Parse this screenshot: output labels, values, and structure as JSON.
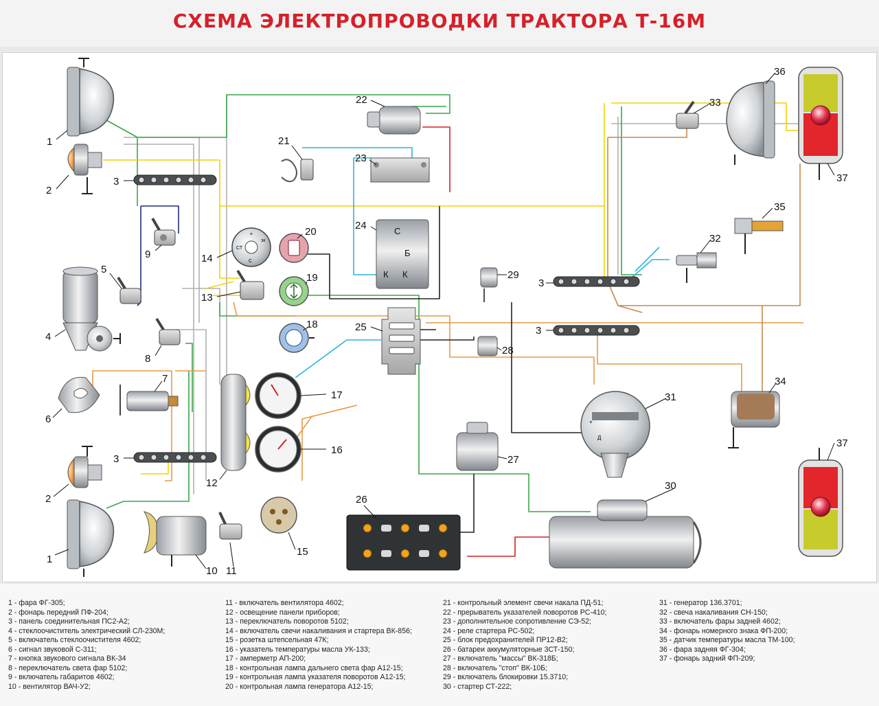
{
  "title": "СХЕМА ЭЛЕКТРОПРОВОДКИ ТРАКТОРА Т-16М",
  "component_numbers": {
    "c1a": "1",
    "c2a": "2",
    "c3a": "3",
    "c9": "9",
    "c14": "14",
    "c13": "13",
    "c5": "5",
    "c4": "4",
    "c8": "8",
    "c6": "6",
    "c7": "7",
    "c3b": "3",
    "c2b": "2",
    "c1b": "1",
    "c12": "12",
    "c10": "10",
    "c11": "11",
    "c15": "15",
    "c26": "26",
    "c17": "17",
    "c16": "16",
    "c18": "18",
    "c19": "19",
    "c20": "20",
    "c21": "21",
    "c22": "22",
    "c23": "23",
    "c24": "24",
    "c25": "25",
    "c27": "27",
    "c28": "28",
    "c29": "29",
    "c3c": "3",
    "c3d": "3",
    "c30": "30",
    "c31": "31",
    "c32": "32",
    "c33": "33",
    "c34": "34",
    "c35": "35",
    "c36": "36",
    "c37a": "37",
    "c37b": "37"
  },
  "relay_terminals": {
    "s": "С",
    "b": "Б",
    "k1": "К",
    "k2": "К"
  },
  "switch_terminals": {
    "plus": "+",
    "zk": "зк",
    "st": "СТ",
    "s": "С"
  },
  "alternator_terminals": {
    "plus": "+",
    "d": "Д"
  },
  "legend": {
    "col1": [
      "1 - фара ФГ-305;",
      "2 - фонарь передний ПФ-204;",
      "3 - панель соединительная ПС2-А2;",
      "4 - стеклоочиститель электрический СЛ-230М;",
      "5 - включатель стеклоочистителя 4602;",
      "6 - сигнал звуковой С-311;",
      "7 - кнопка звукового сигнала ВК-34",
      "8 - переключатель света фар 5102;",
      "9 - включатель габаритов 4602;",
      "10 - вентилятор ВАЧ-У2;"
    ],
    "col2": [
      "11 - включатель вентилятора 4602;",
      "12 - освещение панели приборов;",
      "13 - переключатель поворотов 5102;",
      "14 - включатель свечи накаливания и стартера ВК-856;",
      "15 - розетка штепсельная 47К;",
      "16 - указатель температуры масла УК-133;",
      "17 - амперметр АП-200;",
      "18 - контрольная лампа дальнего света фар А12-15;",
      "19 - контрольная лампа указателя поворотов А12-15;",
      "20 - контрольная лампа генератора А12-15;"
    ],
    "col3": [
      "21 - контрольный элемент свечи накала ПД-51;",
      "22 - прерыватель указателей поворотов РС-410;",
      "23 - дополнительное сопротивление СЭ-52;",
      "24 - реле стартера РС-502;",
      "25 - блок предохранителей ПР12-В2;",
      "26 - батареи аккумуляторные 3СТ-150;",
      "27 - включатель \"массы\" ВК-318Б;",
      "28 - включатель \"стоп\" ВК-10Б;",
      "29 - включатель блокировки 15.3710;",
      "30 - стартер СТ-222;"
    ],
    "col4": [
      "31 - генератор 136.3701;",
      "32 - свеча накаливания СН-150;",
      "33 - включатель фары задней 4602;",
      "34 - фонарь номерного знака ФП-200;",
      "35 - датчик температуры масла ТМ-100;",
      "36 - фара задняя ФГ-304;",
      "37 - фонарь задний ФП-209;"
    ]
  },
  "colors": {
    "title": "#d5212a",
    "wire_yellow": "#f2d300",
    "wire_green": "#3aa64a",
    "wire_cyan": "#2ab6d6",
    "wire_orange": "#e69a45",
    "wire_brown": "#c48a4a",
    "wire_red": "#d62020",
    "wire_black": "#222222",
    "wire_navy": "#1f2a7a",
    "wire_grey": "#a8a8a8"
  }
}
